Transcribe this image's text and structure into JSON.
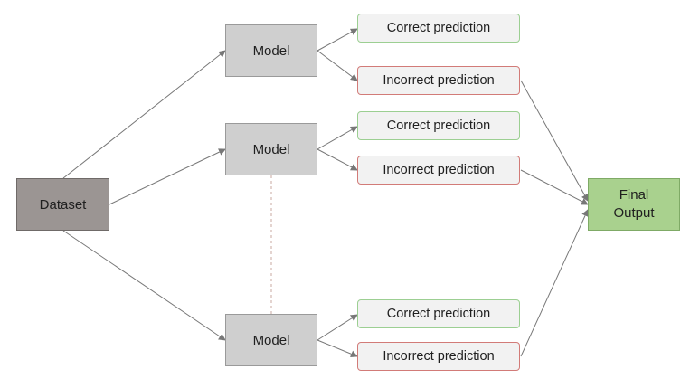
{
  "dataset": {
    "label": "Dataset"
  },
  "models": [
    {
      "label": "Model",
      "correct_label": "Correct prediction",
      "incorrect_label": "Incorrect prediction"
    },
    {
      "label": "Model",
      "correct_label": "Correct prediction",
      "incorrect_label": "Incorrect prediction"
    },
    {
      "label": "Model",
      "correct_label": "Correct prediction",
      "incorrect_label": "Incorrect prediction"
    }
  ],
  "final_output": {
    "line1": "Final",
    "line2": "Output"
  },
  "colors": {
    "dataset_fill": "#9b9593",
    "model_fill": "#cfcfcf",
    "correct_border": "#9ccf92",
    "incorrect_border": "#d27b78",
    "final_fill": "#a9d18e",
    "arrow": "#777777",
    "dashed_connector": "#c8a8a0"
  }
}
